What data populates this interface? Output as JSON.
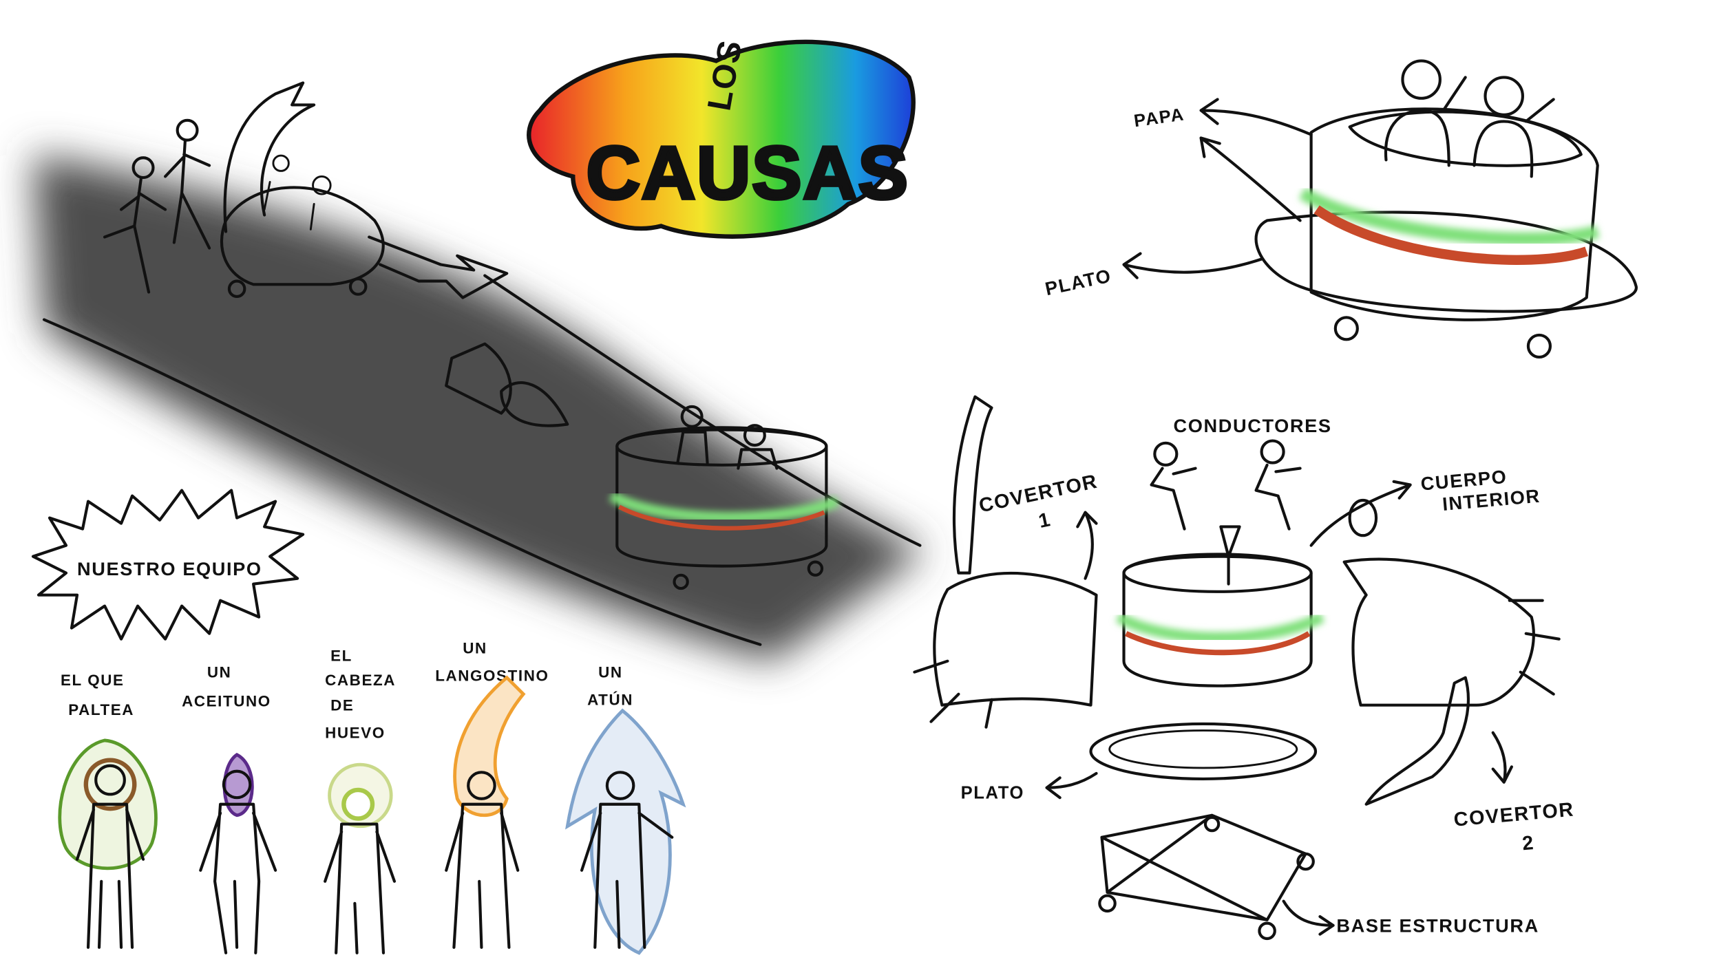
{
  "logo": {
    "top": "LOS",
    "main": "CAUSAS"
  },
  "team_banner": "NUESTRO EQUIPO",
  "team": [
    {
      "label_lines": [
        "EL QUE",
        "PALTEA"
      ],
      "color": "#5a9a2a"
    },
    {
      "label_lines": [
        "UN",
        "ACEITUNO"
      ],
      "color": "#5b2a8a"
    },
    {
      "label_lines": [
        "EL",
        "CABEZA",
        "DE",
        "HUEVO"
      ],
      "color": "#c9d98a"
    },
    {
      "label_lines": [
        "UN",
        "LANGOSTINO"
      ],
      "color": "#f0a030"
    },
    {
      "label_lines": [
        "UN",
        "ATÚN"
      ],
      "color": "#7fa3cc"
    }
  ],
  "vehicle_top": {
    "papa": "PAPA",
    "plato": "PLATO"
  },
  "exploded": {
    "conductores": "CONDUCTORES",
    "covertor1": [
      "COVERTOR",
      "1"
    ],
    "cuerpo_interior": [
      "CUERPO",
      "INTERIOR"
    ],
    "plato": "PLATO",
    "covertor2": [
      "COVERTOR",
      "2"
    ],
    "base": "BASE ESTRUCTURA"
  },
  "colors": {
    "causa_yellow": "#f6ec9a",
    "lettuce": "#7fe07a",
    "tomato": "#c84a2a",
    "shell": "#e8a690",
    "road": "#5a5a5a"
  }
}
